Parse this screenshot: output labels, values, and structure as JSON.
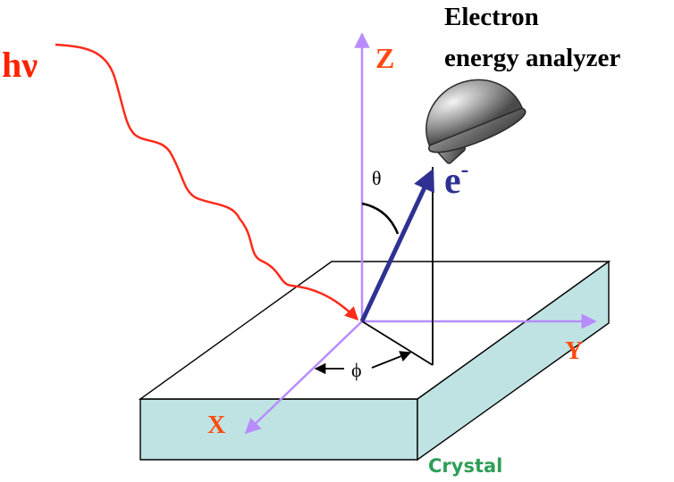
{
  "labels": {
    "photon": "hν",
    "analyzer_line1": "Electron",
    "analyzer_line2": "energy analyzer",
    "electron": "e",
    "electron_superscript": "-",
    "axis_z": "Z",
    "axis_x": "X",
    "axis_y": "Y",
    "polar_angle": "θ",
    "azimuth_angle": "ϕ",
    "crystal": "Crystal"
  },
  "icons": {
    "analyzer": "hemispherical-analyzer-icon"
  },
  "colors": {
    "photon": "#ff2a1a",
    "photon_label": "#ff2200",
    "axes": "#b88cff",
    "axis_label": "#ff4a10",
    "electron": "#2e3192",
    "crystal_side": "#bfe3e2",
    "crystal_top": "#ffffff",
    "crystal_label": "#2e9e57",
    "outline": "#000000"
  }
}
